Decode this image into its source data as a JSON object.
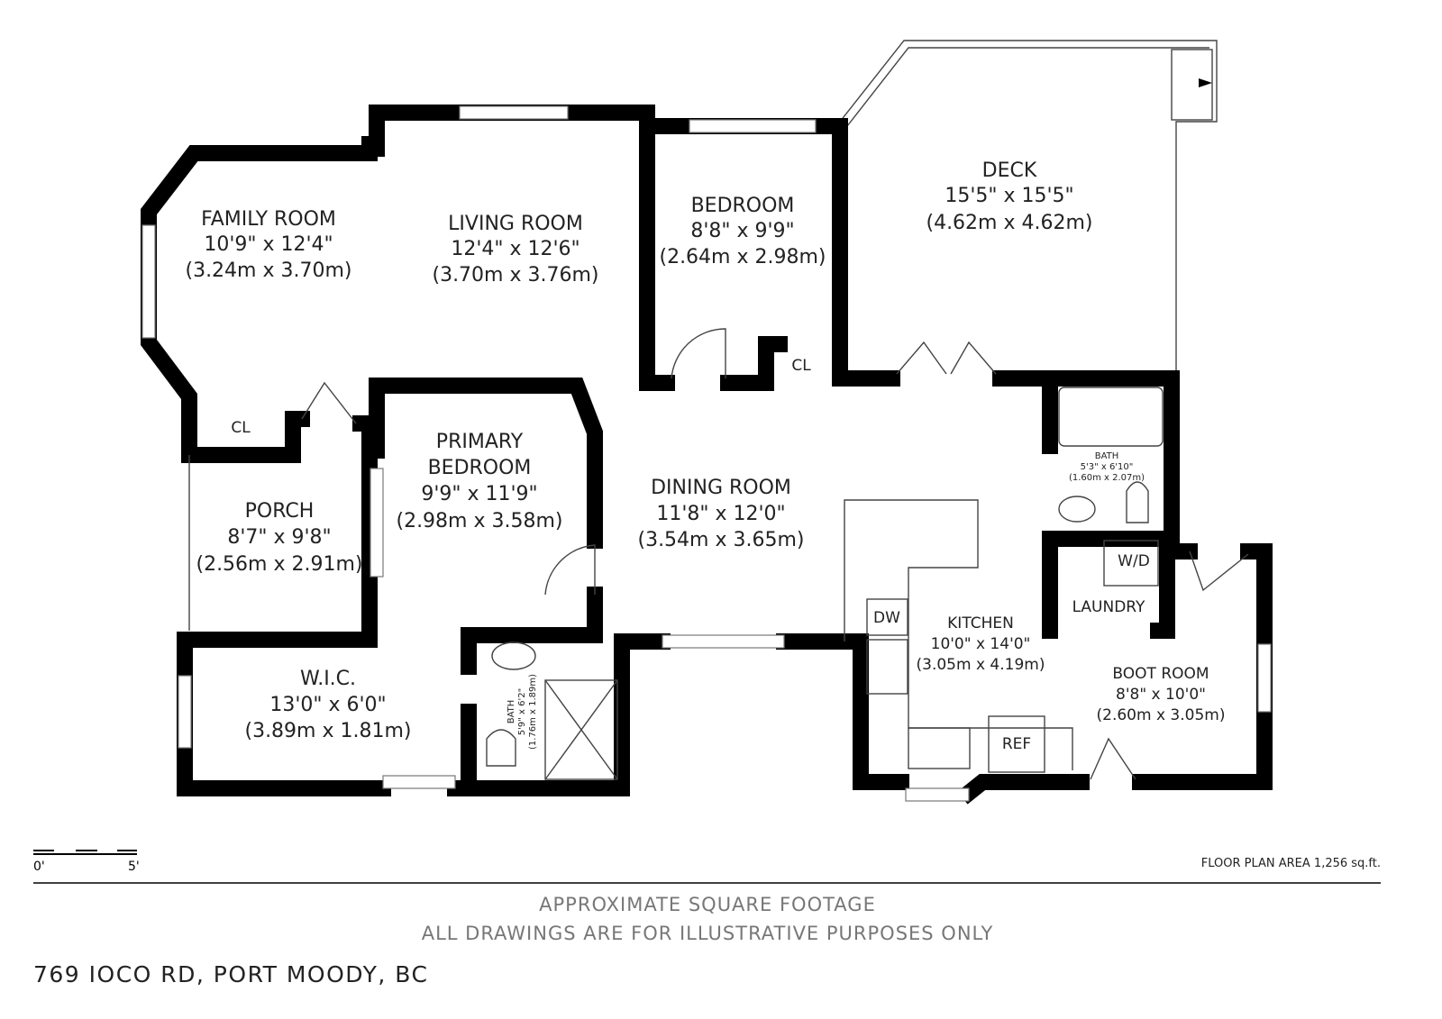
{
  "rooms": {
    "family": {
      "name": "FAMILY ROOM",
      "imp": "10'9\" x 12'4\"",
      "met": "(3.24m x 3.70m)"
    },
    "living": {
      "name": "LIVING ROOM",
      "imp": "12'4\" x 12'6\"",
      "met": "(3.70m x 3.76m)"
    },
    "bedroom": {
      "name": "BEDROOM",
      "imp": "8'8\" x 9'9\"",
      "met": "(2.64m x 2.98m)"
    },
    "deck": {
      "name": "DECK",
      "imp": "15'5\" x 15'5\"",
      "met": "(4.62m x 4.62m)"
    },
    "primary": {
      "name1": "PRIMARY",
      "name2": "BEDROOM",
      "imp": "9'9\" x 11'9\"",
      "met": "(2.98m x 3.58m)"
    },
    "dining": {
      "name": "DINING ROOM",
      "imp": "11'8\" x 12'0\"",
      "met": "(3.54m x 3.65m)"
    },
    "porch": {
      "name": "PORCH",
      "imp": "8'7\" x 9'8\"",
      "met": "(2.56m x 2.91m)"
    },
    "wic": {
      "name": "W.I.C.",
      "imp": "13'0\" x 6'0\"",
      "met": "(3.89m x 1.81m)"
    },
    "bath1": {
      "name": "BATH",
      "imp": "5'9\" x 6'2\"",
      "met": "(1.76m x 1.89m)"
    },
    "bath2": {
      "name": "BATH",
      "imp": "5'3\" x 6'10\"",
      "met": "(1.60m x 2.07m)"
    },
    "kitchen": {
      "name": "KITCHEN",
      "imp": "10'0\" x 14'0\"",
      "met": "(3.05m x 4.19m)"
    },
    "boot": {
      "name": "BOOT ROOM",
      "imp": "8'8\" x 10'0\"",
      "met": "(2.60m x 3.05m)"
    },
    "laundry": {
      "name": "LAUNDRY"
    }
  },
  "fixtures": {
    "cl1": "CL",
    "cl2": "CL",
    "dw": "DW",
    "ref": "REF",
    "wd": "W/D"
  },
  "scale": {
    "start": "0'",
    "end": "5'"
  },
  "area": "FLOOR PLAN AREA 1,256 sq.ft.",
  "footer": {
    "line1": "APPROXIMATE SQUARE FOOTAGE",
    "line2": "ALL DRAWINGS ARE FOR ILLUSTRATIVE PURPOSES ONLY"
  },
  "address": "769 IOCO RD, PORT MOODY, BC"
}
